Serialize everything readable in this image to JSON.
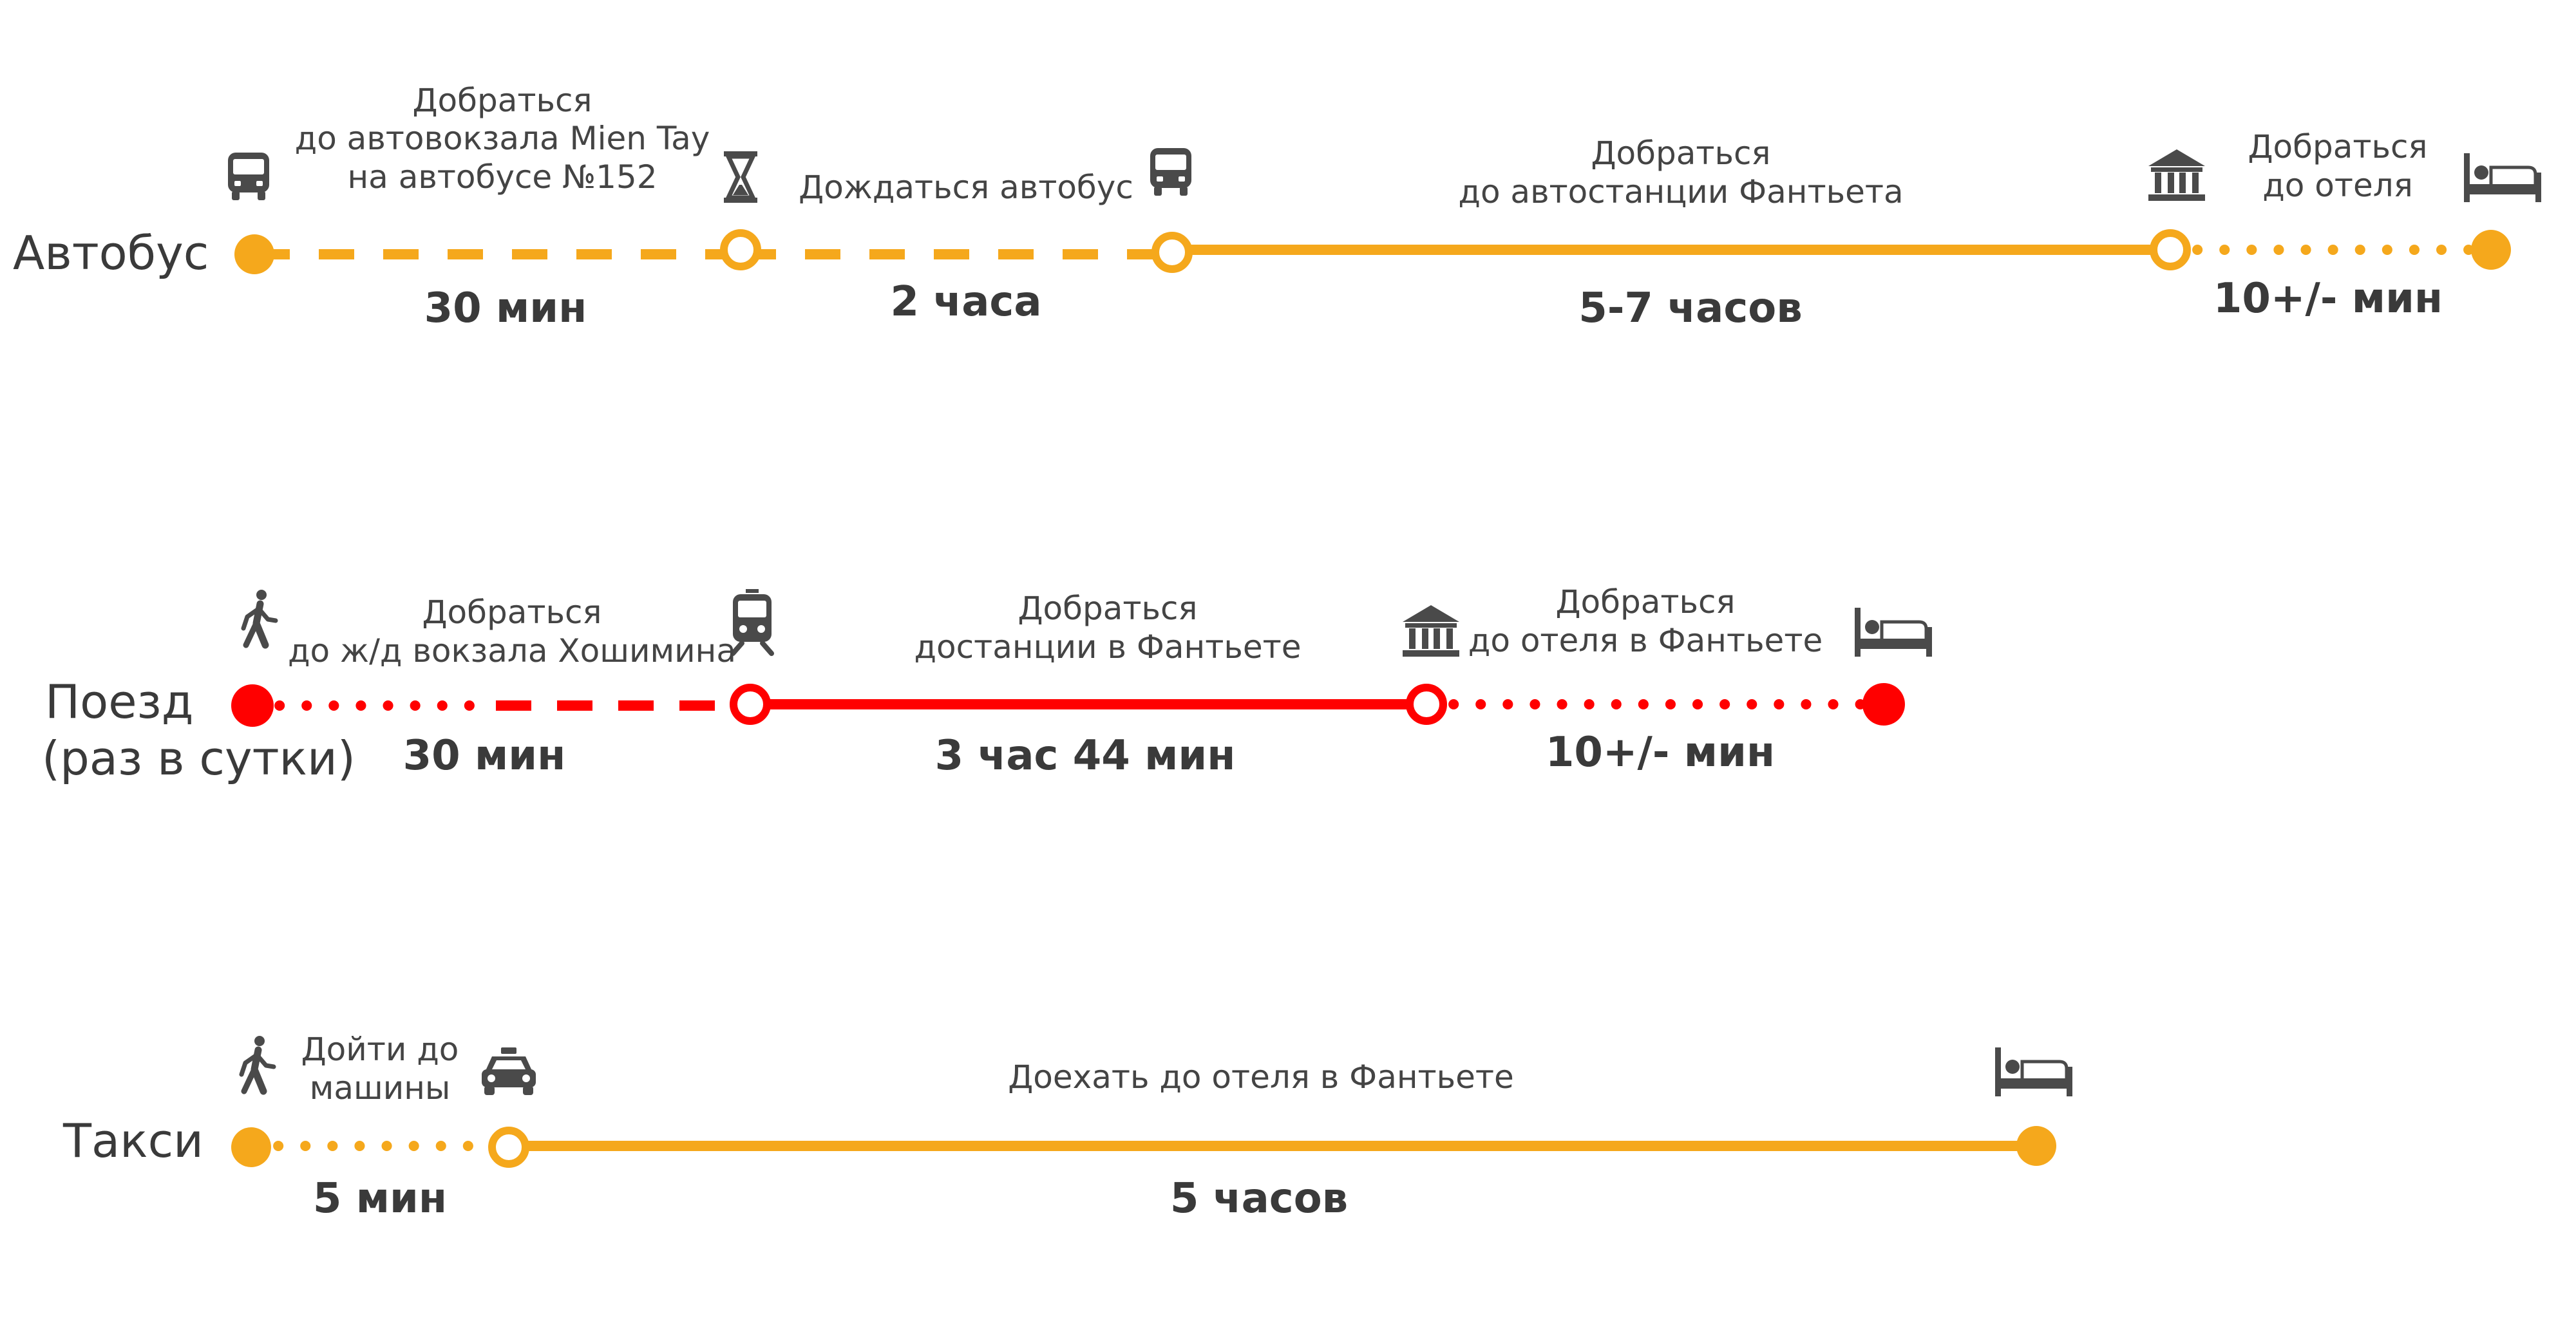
{
  "colors": {
    "bus_route": "#F5A81C",
    "train_route": "#FF0000",
    "taxi_route": "#F5A81C",
    "icon": "#4a4a4a",
    "text": "#3a3a3a"
  },
  "routes": {
    "bus": {
      "label_lines": [
        "Автобус"
      ],
      "stops": [
        {
          "icon": "bus-icon"
        },
        {
          "icon": "hourglass-icon"
        },
        {
          "icon": "bus-icon"
        },
        {
          "icon": "museum-icon"
        },
        {
          "icon": "bed-icon"
        }
      ],
      "segments": [
        {
          "line_style": "dashed",
          "description_lines": [
            "Добраться",
            "до автовокзала Mien Tay",
            "на автобусе №152"
          ],
          "duration": "30 мин"
        },
        {
          "line_style": "dashed",
          "description_lines": [
            "Дождаться автобус"
          ],
          "duration": "2 часа"
        },
        {
          "line_style": "solid",
          "description_lines": [
            "Добраться",
            "до автостанции Фантьета"
          ],
          "duration": "5-7 часов"
        },
        {
          "line_style": "dotted",
          "description_lines": [
            "Добраться",
            "до отеля"
          ],
          "duration": "10+/- мин"
        }
      ]
    },
    "train": {
      "label_lines": [
        "Поезд",
        "(раз в сутки)"
      ],
      "stops": [
        {
          "icon": "walking-person-icon"
        },
        {
          "icon": "train-icon"
        },
        {
          "icon": "museum-icon"
        },
        {
          "icon": "bed-icon"
        }
      ],
      "segments": [
        {
          "line_style": "dotted-dashed",
          "description_lines": [
            "Добраться",
            "до ж/д вокзала Хошимина"
          ],
          "duration": "30 мин"
        },
        {
          "line_style": "solid",
          "description_lines": [
            "Добраться",
            "достанции в Фантьете"
          ],
          "duration": "3 час 44 мин"
        },
        {
          "line_style": "dotted",
          "description_lines": [
            "Добраться",
            "до отеля в Фантьете"
          ],
          "duration": "10+/- мин"
        }
      ]
    },
    "taxi": {
      "label_lines": [
        "Такси"
      ],
      "stops": [
        {
          "icon": "walking-person-icon"
        },
        {
          "icon": "taxi-icon"
        },
        {
          "icon": "bed-icon"
        }
      ],
      "segments": [
        {
          "line_style": "dotted",
          "description_lines": [
            "Дойти до",
            "машины"
          ],
          "duration": "5 мин"
        },
        {
          "line_style": "solid",
          "description_lines": [
            "Доехать до отеля в Фантьете"
          ],
          "duration": "5 часов"
        }
      ]
    }
  }
}
